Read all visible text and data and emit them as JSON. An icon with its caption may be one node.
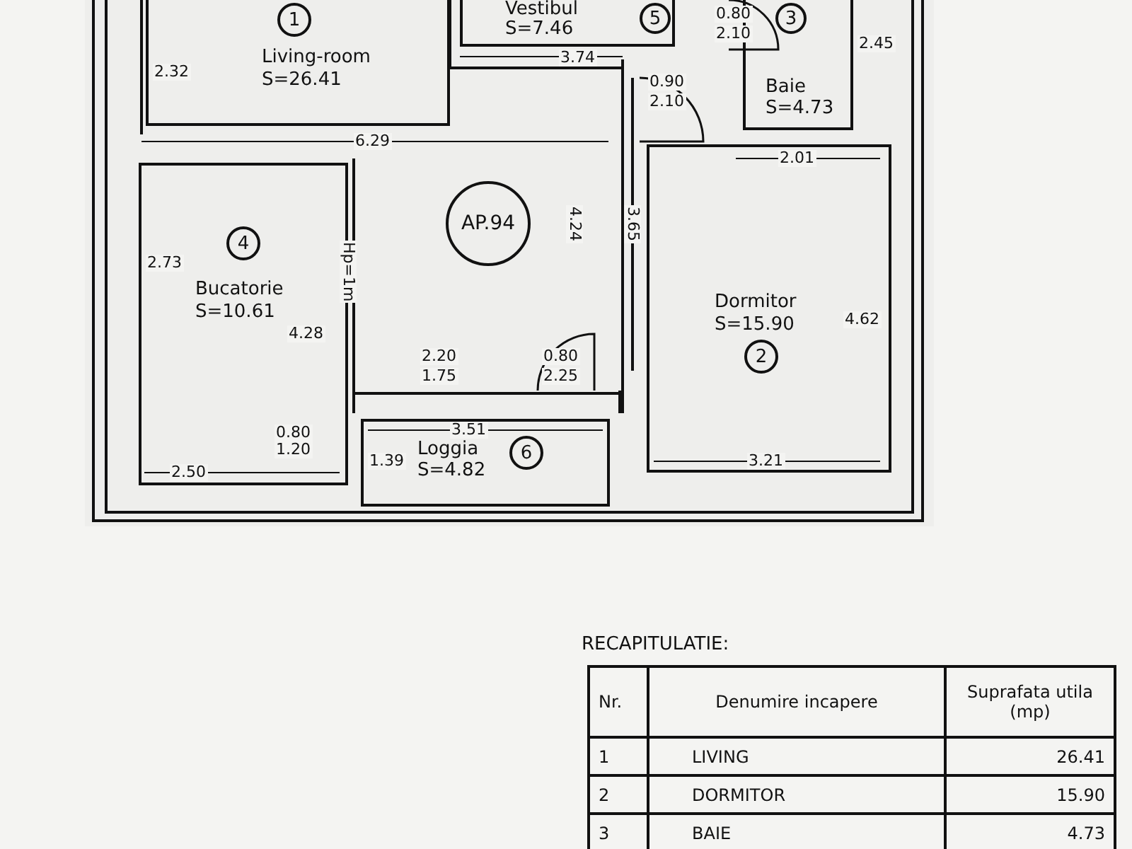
{
  "diagram": {
    "nodes": [
      {
        "text": [
          "Living-room",
          "S=26.41"
        ]
      },
      {
        "text": [
          "1"
        ],
        "in": 0
      },
      {
        "text": [
          "Vestibul",
          "S=7.46"
        ]
      },
      {
        "text": [
          "5"
        ],
        "in": 2
      },
      {
        "text": [
          "Baie",
          "S=4.73"
        ]
      },
      {
        "text": [
          "3"
        ],
        "in": 4
      },
      {
        "text": [
          "AP.94"
        ]
      },
      {
        "text": [
          "Bucatorie",
          "S=10.61"
        ]
      },
      {
        "text": [
          "4"
        ],
        "in": 7
      },
      {
        "text": [
          "Dormitor",
          "S=15.90"
        ]
      },
      {
        "text": [
          "2"
        ],
        "in": 9
      },
      {
        "text": [
          "Loggia",
          "S=4.82"
        ]
      },
      {
        "text": [
          "6"
        ],
        "in": 11
      }
    ],
    "edges": [],
    "labels": [
      "2.32",
      "3.74",
      "0.80",
      "2.10",
      "2.45",
      "0.90",
      "2.10",
      "6.29",
      "2.01",
      "Hp=1m",
      "4.24",
      "3.65",
      "2.73",
      "4.28",
      "4.62",
      "2.20",
      "1.75",
      "0.80",
      "2.25",
      "0.80",
      "3.51",
      "1.20",
      "1.39",
      "2.50",
      "3.21",
      "RECAPITULATIE:",
      "Nr.",
      "Denumire incapere",
      "Suprafata utila (mp)",
      "1",
      "LIVING",
      "26.41",
      "2",
      "DORMITOR",
      "15.90",
      "3",
      "BAIE",
      "4.73"
    ]
  }
}
